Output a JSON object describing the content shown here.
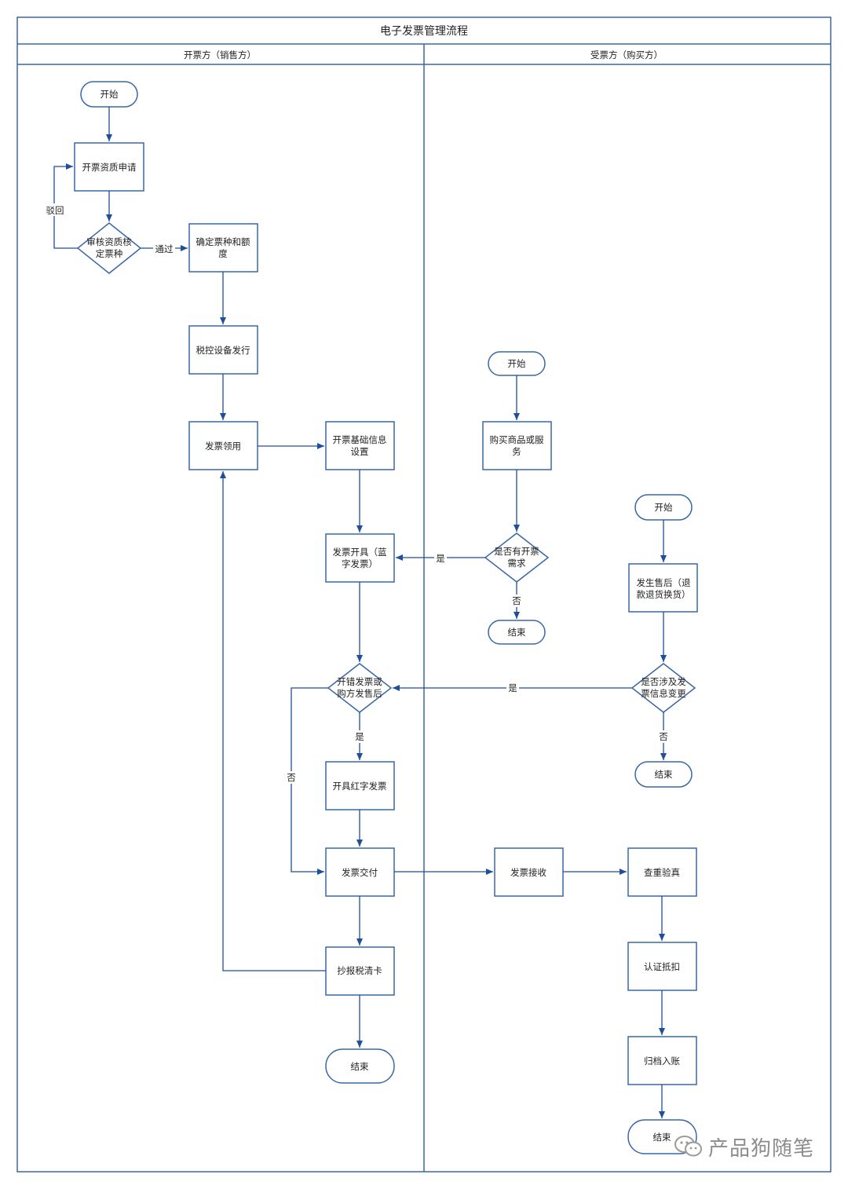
{
  "diagram": {
    "title": "电子发票管理流程",
    "lanes": {
      "seller": "开票方（销售方）",
      "buyer": "受票方（购买方）"
    },
    "nodes": {
      "start_seller": "开始",
      "qualification_apply": "开票资质申请",
      "review_line1": "审核资质核",
      "review_line2": "定票种",
      "confirm_line1": "确定票种和额",
      "confirm_line2": "度",
      "tax_device": "税控设备发行",
      "invoice_collect": "发票领用",
      "basic_info_line1": "开票基础信息",
      "basic_info_line2": "设置",
      "issue_blue_line1": "发票开具（蓝",
      "issue_blue_line2": "字发票）",
      "error_line1": "开错发票或",
      "error_line2": "购方发售后",
      "issue_red": "开具红字发票",
      "invoice_delivery": "发票交付",
      "copy_tax": "抄报税清卡",
      "end_seller": "结束",
      "start_buyer1": "开始",
      "buy_goods_line1": "购买商品或服",
      "buy_goods_line2": "务",
      "need_invoice_line1": "是否有开票",
      "need_invoice_line2": "需求",
      "end_buyer1": "结束",
      "start_buyer2": "开始",
      "after_sale_line1": "发生售后（退",
      "after_sale_line2": "款退货换货）",
      "change_line1": "是否涉及发",
      "change_line2": "票信息变更",
      "end_buyer2": "结束",
      "invoice_receive": "发票接收",
      "verify": "查重验真",
      "deduct": "认证抵扣",
      "archive": "归档入账",
      "end_buyer3": "结束"
    },
    "edge_labels": {
      "reject": "驳回",
      "pass": "通过",
      "yes_need": "是",
      "no_need": "否",
      "yes_change": "是",
      "no_change": "否",
      "yes_error": "是",
      "no_error": "否"
    },
    "colors": {
      "line": "#1f4e9c",
      "border": "#3a66a8"
    }
  },
  "watermark": {
    "text": "产品狗随笔",
    "icon": "wechat-icon"
  }
}
